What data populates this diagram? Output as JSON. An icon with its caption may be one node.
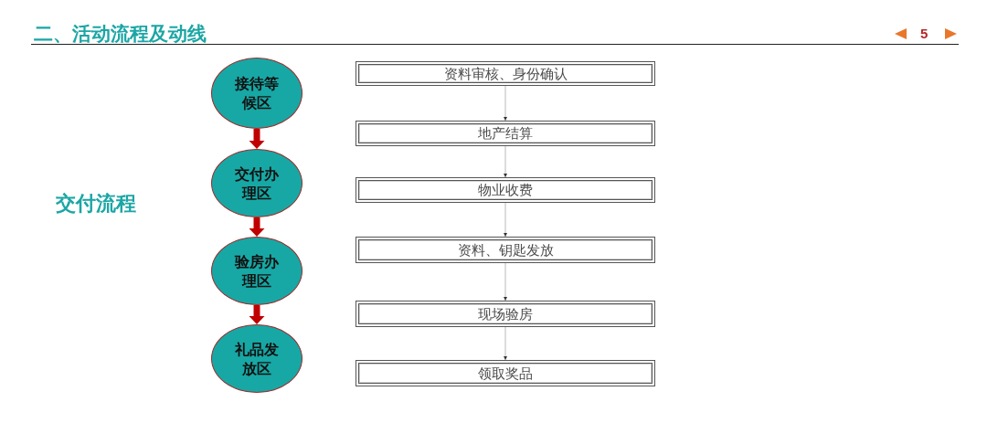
{
  "diagram": {
    "title": "二、活动流程及动线",
    "nodes": [
      {
        "text": [
          "接待等候区"
        ]
      },
      {
        "text": [
          "交付办理区"
        ]
      },
      {
        "text": [
          "验房办理区"
        ]
      },
      {
        "text": [
          "礼品发放区"
        ]
      },
      {
        "text": [
          "资料审核、身份确认"
        ]
      },
      {
        "text": [
          "地产结算"
        ]
      },
      {
        "text": [
          "物业收费"
        ]
      },
      {
        "text": [
          "资料、钥匙发放"
        ]
      },
      {
        "text": [
          "现场验房"
        ]
      },
      {
        "text": [
          "领取奖品"
        ]
      }
    ],
    "edges": [
      {
        "from": 0,
        "to": 1,
        "arrow": "to",
        "style": "thick",
        "color": "#c00000"
      },
      {
        "from": 1,
        "to": 2,
        "arrow": "to",
        "style": "thick",
        "color": "#c00000"
      },
      {
        "from": 2,
        "to": 3,
        "arrow": "to",
        "style": "thick",
        "color": "#c00000"
      },
      {
        "from": 4,
        "to": 5,
        "arrow": "to"
      },
      {
        "from": 5,
        "to": 6,
        "arrow": "to"
      },
      {
        "from": 6,
        "to": 7,
        "arrow": "to"
      },
      {
        "from": 7,
        "to": 8,
        "arrow": "to"
      },
      {
        "from": 8,
        "to": 9,
        "arrow": "to"
      }
    ],
    "labels": [
      "5",
      "交付流程"
    ]
  }
}
